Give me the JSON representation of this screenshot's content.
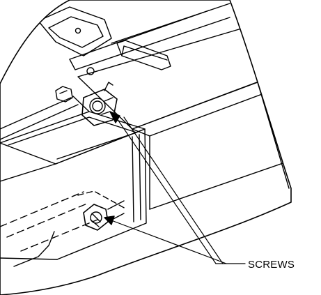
{
  "diagram": {
    "callouts": [
      {
        "id": "screws",
        "text": "SCREWS",
        "points_to": [
          "upper-screw",
          "lower-screw"
        ]
      }
    ]
  }
}
